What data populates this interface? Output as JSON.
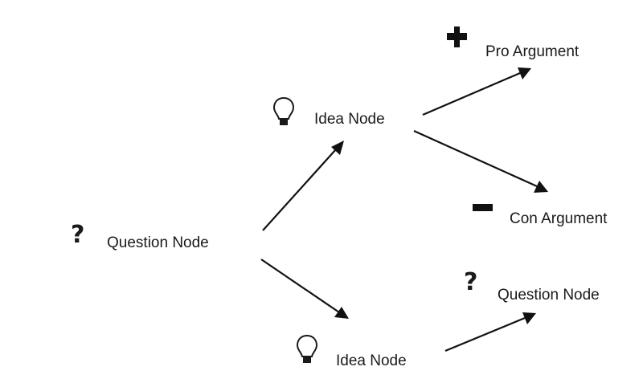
{
  "diagram": {
    "nodes": {
      "root_question": {
        "label": "Question Node",
        "icon": "question-icon"
      },
      "idea_top": {
        "label": "Idea Node",
        "icon": "lightbulb-icon"
      },
      "idea_bottom": {
        "label": "Idea Node",
        "icon": "lightbulb-icon"
      },
      "pro_argument": {
        "label": "Pro Argument",
        "icon": "plus-icon"
      },
      "con_argument": {
        "label": "Con Argument",
        "icon": "minus-icon"
      },
      "child_question": {
        "label": "Question Node",
        "icon": "question-icon"
      }
    },
    "edges": [
      {
        "from": "root_question",
        "to": "idea_top"
      },
      {
        "from": "root_question",
        "to": "idea_bottom"
      },
      {
        "from": "idea_top",
        "to": "pro_argument"
      },
      {
        "from": "idea_top",
        "to": "con_argument"
      },
      {
        "from": "idea_bottom",
        "to": "child_question"
      }
    ],
    "colors": {
      "ink": "#111111",
      "background": "#ffffff"
    }
  }
}
